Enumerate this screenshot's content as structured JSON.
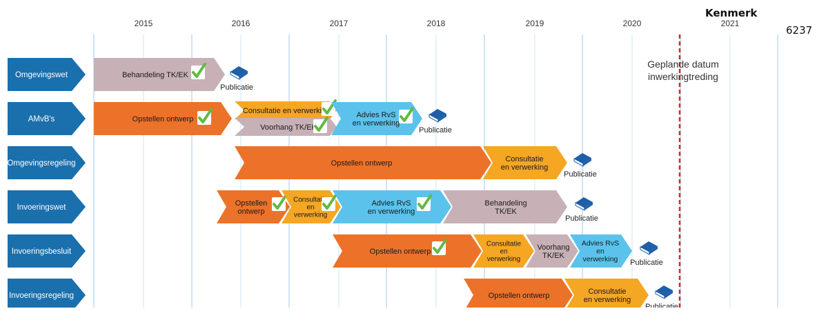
{
  "header": {
    "kenmerk_label": "Kenmerk",
    "document_number": "6237"
  },
  "years": [
    "2015",
    "2016",
    "2017",
    "2018",
    "2019",
    "2020",
    "2021"
  ],
  "deadline": {
    "line1": "Geplande datum",
    "line2": "inwerkingtreding"
  },
  "colors": {
    "row_label": "#1a6fad",
    "orange": "#ec7229",
    "yellow": "#f5a623",
    "lightblue": "#5bc2ec",
    "mauve": "#c7b1b6",
    "check": "#63b944",
    "book": "#1e5fa8",
    "gridline": "#cde5f5",
    "deadline": "#d62828"
  },
  "rows": [
    {
      "label": "Omgevingswet",
      "phases": [
        {
          "label": "Behandeling TK/EK",
          "color": "mauve",
          "check": true
        }
      ],
      "publication": "Publicatie"
    },
    {
      "label": "AMvB's",
      "phases": [
        {
          "label": "Opstellen ontwerp",
          "color": "orange",
          "check": true
        },
        {
          "label": "Consultatie en verwerking",
          "color": "yellow",
          "check": true
        },
        {
          "label": "Voorhang TK/EK",
          "color": "mauve",
          "check": true
        },
        {
          "label": "Advies RvS en verwerking",
          "color": "lightblue",
          "check": true
        }
      ],
      "publication": "Publicatie"
    },
    {
      "label": "Omgevingsregeling",
      "phases": [
        {
          "label": "Opstellen ontwerp",
          "color": "orange",
          "check": false
        },
        {
          "label": "Consultatie en verwerking",
          "color": "yellow",
          "check": false
        }
      ],
      "publication": "Publicatie"
    },
    {
      "label": "Invoeringswet",
      "phases": [
        {
          "label": "Opstellen ontwerp",
          "color": "orange",
          "check": true
        },
        {
          "label": "Consultatie en verwerking",
          "color": "yellow",
          "check": true
        },
        {
          "label": "Advies RvS en verwerking",
          "color": "lightblue",
          "check": true
        },
        {
          "label": "Behandeling TK/EK",
          "color": "mauve",
          "check": false
        }
      ],
      "publication": "Publicatie"
    },
    {
      "label": "Invoeringsbesluit",
      "phases": [
        {
          "label": "Opstellen ontwerp",
          "color": "orange",
          "check": true
        },
        {
          "label": "Consultatie en verwerking",
          "color": "yellow",
          "check": false
        },
        {
          "label": "Voorhang TK/EK",
          "color": "mauve",
          "check": false
        },
        {
          "label": "Advies RvS en verwerking",
          "color": "lightblue",
          "check": false
        }
      ],
      "publication": "Publicatie"
    },
    {
      "label": "Invoeringsregeling",
      "phases": [
        {
          "label": "Opstellen ontwerp",
          "color": "orange",
          "check": false
        },
        {
          "label": "Consultatie en verwerking",
          "color": "yellow",
          "check": false
        }
      ],
      "publication": "Publicatie"
    }
  ]
}
